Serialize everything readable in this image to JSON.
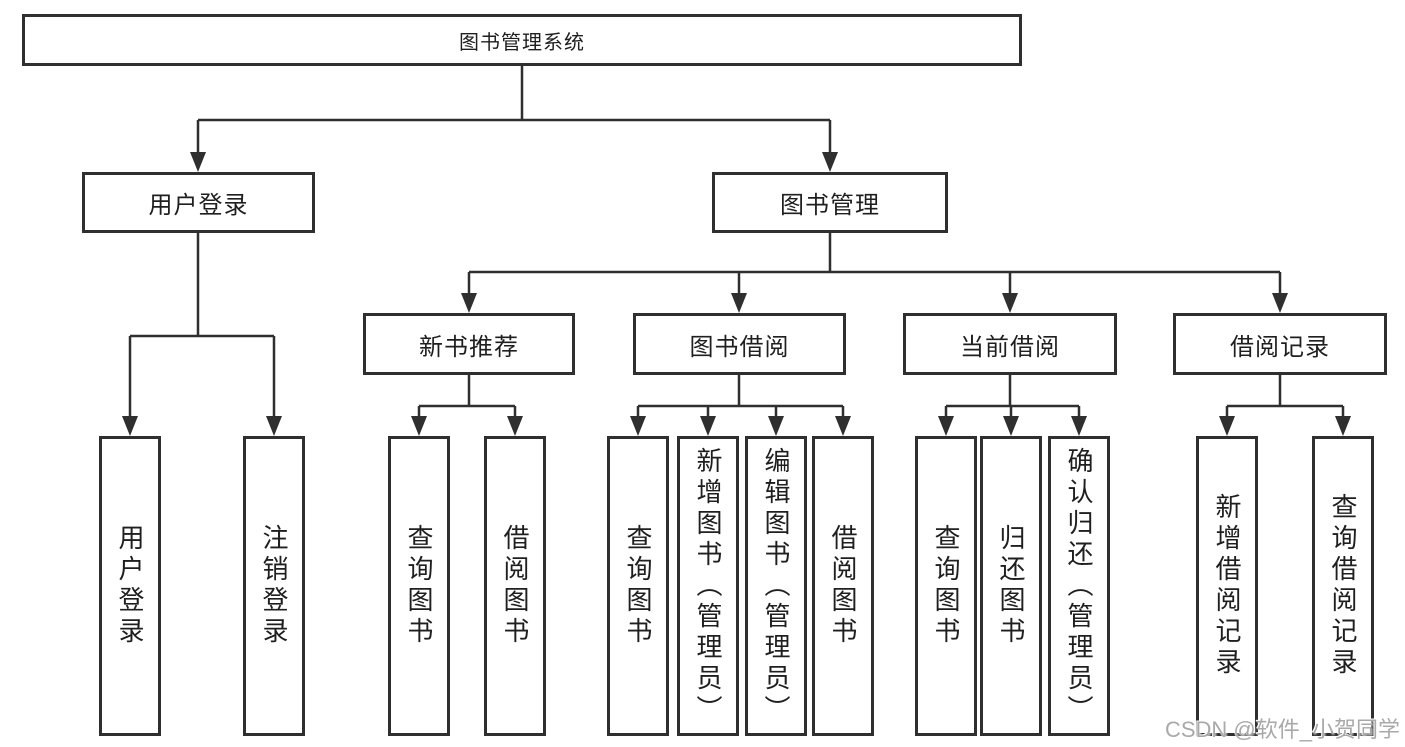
{
  "tree": {
    "root": {
      "label": "图书管理系统"
    },
    "branches": [
      {
        "label": "用户登录",
        "leaves": [
          {
            "label": "用户登录"
          },
          {
            "label": "注销登录"
          }
        ]
      },
      {
        "label": "图书管理",
        "groups": [
          {
            "label": "新书推荐",
            "leaves": [
              {
                "label": "查询图书"
              },
              {
                "label": "借阅图书"
              }
            ]
          },
          {
            "label": "图书借阅",
            "leaves": [
              {
                "label": "查询图书"
              },
              {
                "label": "新增图书（管理员）"
              },
              {
                "label": "编辑图书（管理员）"
              },
              {
                "label": "借阅图书"
              }
            ]
          },
          {
            "label": "当前借阅",
            "leaves": [
              {
                "label": "查询图书"
              },
              {
                "label": "归还图书"
              },
              {
                "label": "确认归还（管理员）"
              }
            ]
          },
          {
            "label": "借阅记录",
            "leaves": [
              {
                "label": "新增借阅记录"
              },
              {
                "label": "查询借阅记录"
              }
            ]
          }
        ]
      }
    ]
  },
  "watermark": {
    "text": "CSDN @软件_小贺同学"
  },
  "colors": {
    "line": "#2f2f2f",
    "box_border": "#2f2f2f",
    "text": "#1f1f1f",
    "watermark": "#a9a9a9",
    "background": "#ffffff"
  }
}
